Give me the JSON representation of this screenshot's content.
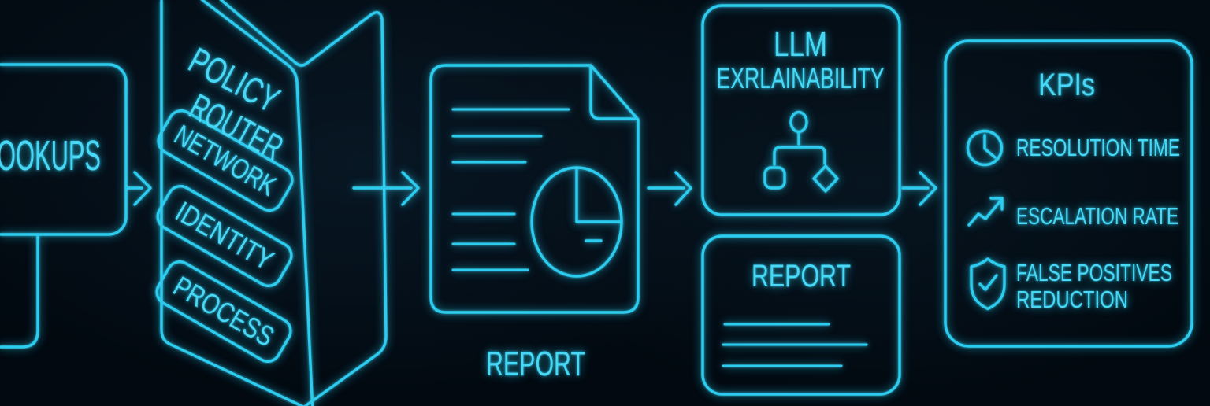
{
  "theme": {
    "background": "#030b13",
    "line_color": "#2dcbee",
    "text_color": "#48d8f5"
  },
  "nodes": {
    "lookups": {
      "label": "OOKUPS"
    },
    "policy_router": {
      "title": [
        "POLICY",
        "ROUTER"
      ],
      "chips": [
        "NETWORK",
        "IDENTITY",
        "PROCESS"
      ]
    },
    "report_document": {
      "label": "REPORT"
    },
    "llm_explainability": {
      "title": "LLM",
      "subtitle": "EXRLAINABILITY"
    },
    "report_card": {
      "title": "REPORT"
    },
    "kpis": {
      "title": "KPIs",
      "items": [
        {
          "icon": "clock-icon",
          "label": "RESOLUTION TIME"
        },
        {
          "icon": "trend-up-icon",
          "label": "ESCALATION RATE"
        },
        {
          "icon": "shield-check-icon",
          "label": "FALSE POSITIVES",
          "label_line2": "REDUCTION"
        }
      ]
    }
  },
  "flow": {
    "arrows": [
      "lookups→policy-router",
      "policy-router→report-document",
      "report-document→llm-explainability",
      "llm-explainability→kpis"
    ]
  }
}
